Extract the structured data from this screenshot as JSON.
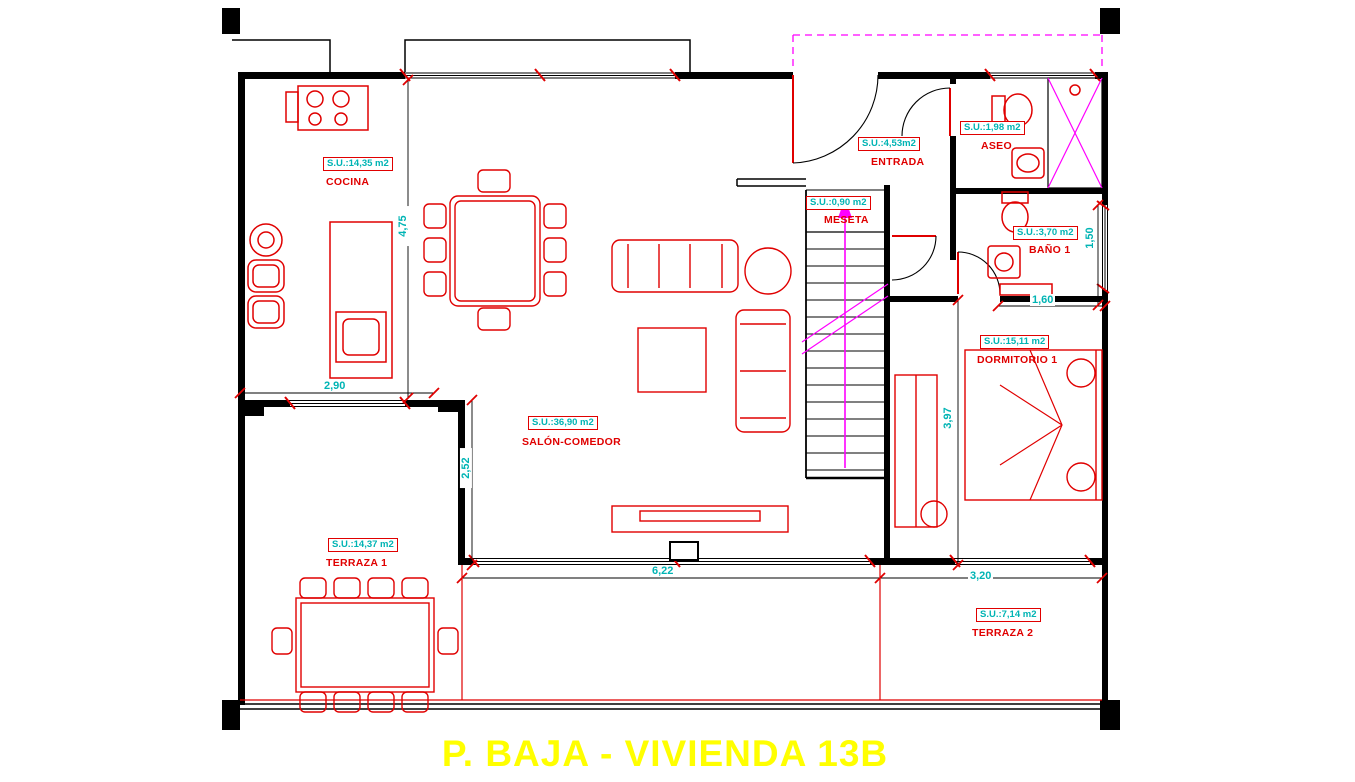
{
  "title": "P. BAJA - VIVIENDA 13B",
  "rooms": {
    "cocina": {
      "name": "COCINA",
      "area": "S.U.:14,35 m2"
    },
    "entrada": {
      "name": "ENTRADA",
      "area": "S.U.:4,53m2"
    },
    "aseo": {
      "name": "ASEO",
      "area": "S.U.:1,98 m2"
    },
    "meseta": {
      "name": "MESETA",
      "area": "S.U.:0,90 m2"
    },
    "bano1": {
      "name": "BAÑO 1",
      "area": "S.U.:3,70 m2"
    },
    "dormitorio1": {
      "name": "DORMITORIO 1",
      "area": "S.U.:15,11 m2"
    },
    "salon_comedor": {
      "name": "SALÓN-COMEDOR",
      "area": "S.U.:36,90 m2"
    },
    "terraza1": {
      "name": "TERRAZA 1",
      "area": "S.U.:14,37 m2"
    },
    "terraza2": {
      "name": "TERRAZA 2",
      "area": "S.U.:7,14 m2"
    }
  },
  "dimensions": {
    "cocina_height": "4,75",
    "cocina_width": "2,90",
    "salon_terraza_edge": "2,52",
    "salon_width": "6,22",
    "terraza2_width": "3,20",
    "bano1_width": "1,60",
    "bano1_window": "1,50",
    "dormitorio1_height": "3,97"
  },
  "colors": {
    "walls": "#000000",
    "furniture": "#e00000",
    "area_labels": "#00b4b4",
    "dimensions": "#00b4b4",
    "title": "#ffff00",
    "accent_dashed": "#ff00ff"
  }
}
